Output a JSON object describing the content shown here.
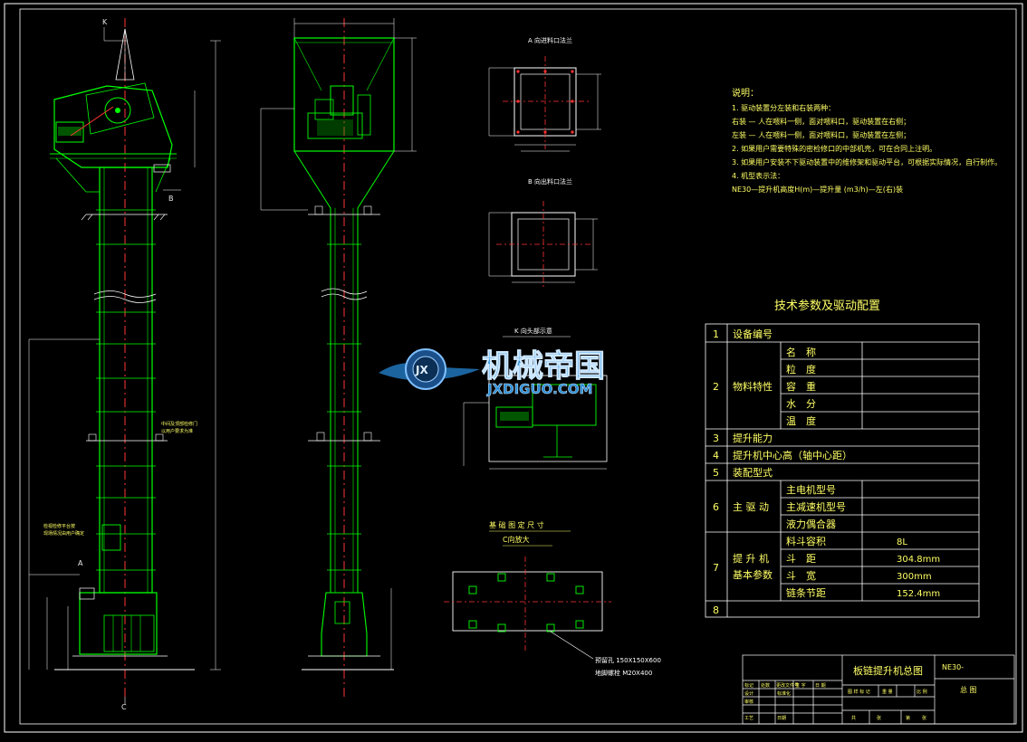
{
  "views": {
    "a_flange": "A 向进料口法兰",
    "b_flange": "B 向出料口法兰",
    "k_head": "K 向头部示意",
    "foundation_title": "基 础 图 定 尺 寸",
    "foundation_sub": "C向放大",
    "hole_note_1": "预留孔 150X150X600",
    "hole_note_2": "地脚螺栓 M20X400",
    "mid_note_1": "中间及顶部检修门",
    "mid_note_2": "以用户要求为准",
    "left_note_1": "检视检修平台按",
    "left_note_2": "现场情况由用户确定",
    "label_k": "K",
    "label_b": "B",
    "label_a": "A",
    "label_c": "C"
  },
  "notes": {
    "heading": "说明：",
    "lines": [
      "1. 驱动装置分左装和右装两种：",
      "   右装 — 人在喂料一侧，面对喂料口，驱动装置在右侧；",
      "   左装 — 人在喂料一侧，面对喂料口，驱动装置在左侧；",
      "2. 如果用户需要特殊的密检修口的中部机壳，可在合同上注明。",
      "3. 如果用户安装不下驱动装置中的维修架和驱动平台，可根据实际情况，自行制作。",
      "4. 机型表示法：",
      "   NE30—提升机高度H(m)—提升量 (m3/h)—左(右)装"
    ]
  },
  "spec_table": {
    "title": "技术参数及驱动配置",
    "rows": [
      {
        "no": "1",
        "group": "设备编号",
        "item": "",
        "value": ""
      },
      {
        "no": "2",
        "group": "物料特性",
        "items": [
          "名　称",
          "粒　度",
          "容　重",
          "水　分",
          "温　度"
        ]
      },
      {
        "no": "3",
        "group": "提升能力",
        "item": "",
        "value": ""
      },
      {
        "no": "4",
        "group": "提升机中心高（轴中心距）",
        "item": "",
        "value": ""
      },
      {
        "no": "5",
        "group": "装配型式",
        "item": "",
        "value": ""
      },
      {
        "no": "6",
        "group": "主 驱 动",
        "items": [
          "主电机型号",
          "主减速机型号",
          "液力偶合器"
        ]
      },
      {
        "no": "7",
        "group": "提 升 机 基本参数",
        "items": [
          "料斗容积",
          "斗　距",
          "斗　宽",
          "链条节距"
        ],
        "values": [
          "8L",
          "304.8mm",
          "300mm",
          "152.4mm"
        ]
      },
      {
        "no": "8",
        "group": "",
        "item": "",
        "value": ""
      }
    ]
  },
  "title_block": {
    "drawing_name": "板链提升机总图",
    "code": "NE30-",
    "sheet_label": "总 图",
    "cells": [
      "标记",
      "处数",
      "更改文件号",
      "签 字",
      "日 期",
      "设计",
      "标准化",
      "审核",
      "工艺",
      "日期",
      "图 样 标 记",
      "重 量",
      "比 例",
      "共",
      "张",
      "第",
      "张"
    ]
  },
  "watermark": {
    "brand": "机械帝国",
    "site": "JXDIGUO.COM",
    "emblem": "JX"
  },
  "colors": {
    "background": "#000000",
    "green": "#00ff00",
    "red_center": "#ff3333",
    "white_lines": "#ffffff",
    "yellow_text": "#ffff66",
    "watermark_blue": "#2a8fd8"
  }
}
